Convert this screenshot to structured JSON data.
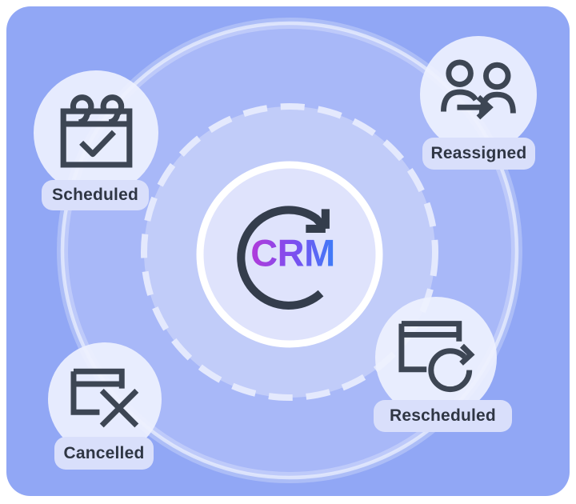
{
  "illustration": {
    "title": "CRM sync status diagram",
    "center": {
      "label": "CRM",
      "icon": "rotate-clockwise-arrow-icon",
      "gradient_from": "#b23ad9",
      "gradient_mid": "#7b4ff0",
      "gradient_to": "#3b7ef8"
    },
    "nodes": [
      {
        "id": "scheduled",
        "label": "Scheduled",
        "icon": "calendar-check-icon"
      },
      {
        "id": "reassigned",
        "label": "Reassigned",
        "icon": "users-transfer-icon"
      },
      {
        "id": "cancelled",
        "label": "Cancelled",
        "icon": "calendar-cross-icon"
      },
      {
        "id": "rescheduled",
        "label": "Rescheduled",
        "icon": "calendar-refresh-icon"
      }
    ],
    "colors": {
      "page_bg": "#ffffff",
      "panel_bg": "#91a7f5",
      "outer_ring_fill": "#a8b8f8",
      "dashed_ring_fill": "#c1ccf9",
      "hub_fill": "#dfe3fc",
      "node_fill": "#eef0fd",
      "pill_bg": "#d9dffb",
      "label_text": "#2f3644",
      "icon_stroke": "#3d4654",
      "ring_line": "#e6ebfd"
    }
  }
}
